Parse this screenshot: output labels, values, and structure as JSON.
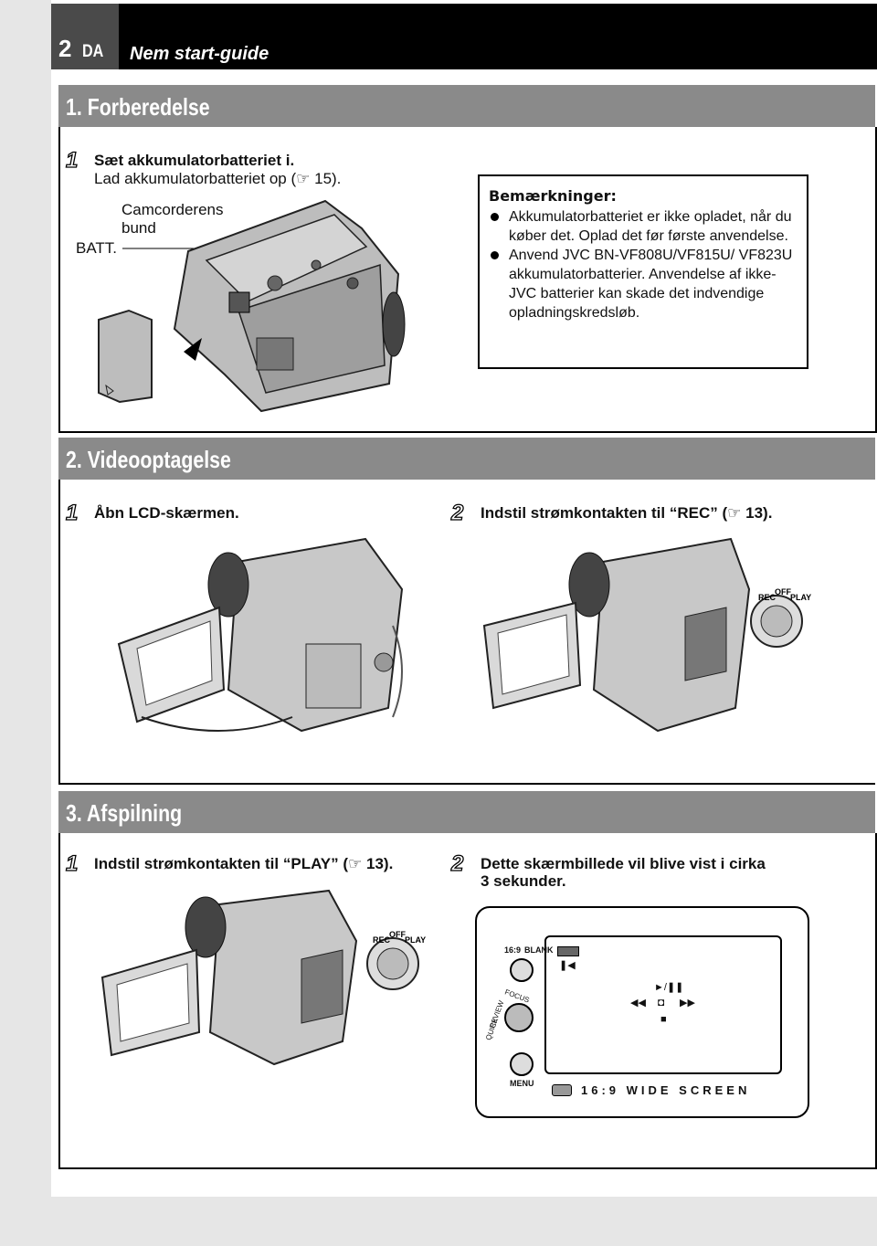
{
  "header": {
    "page_number": "2",
    "lang": "DA",
    "title": "Nem start-guide"
  },
  "section1": {
    "title": "1. Forberedelse",
    "step1_num": "1",
    "step1_line1": "Sæt akkumulatorbatteriet i.",
    "step1_line2": "Lad akkumulatorbatteriet op (",
    "step1_ref": "15).",
    "label_bottom": "Camcorderens",
    "label_bottom2": "bund",
    "label_batt": "BATT.",
    "notes_title": "Bemærkninger:",
    "notes": [
      "Akkumulatorbatteriet er ikke opladet, når du køber det. Oplad det før første anvendelse.",
      "Anvend JVC BN-VF808U/VF815U/ VF823U akkumulatorbatterier. Anvendelse af ikke-JVC batterier kan skade det indvendige opladningskredsløb."
    ]
  },
  "section2": {
    "title": "2. Videooptagelse",
    "step1_num": "1",
    "step1_text": "Åbn LCD-skærmen.",
    "step2_num": "2",
    "step2_text": "Indstil strømkontakten til “REC” (",
    "step2_ref": "13)."
  },
  "section3": {
    "title": "3. Afspilning",
    "step1_num": "1",
    "step1_text": "Indstil strømkontakten til “PLAY” (",
    "step1_ref": "13).",
    "step2_num": "2",
    "step2_line1": "Dette skærmbillede vil blive vist i cirka",
    "step2_line2": "3 sekunder.",
    "screen": {
      "aspect": "16:9",
      "blank": "BLANK",
      "focus": "FOCUS",
      "review": "REVIEW",
      "quick": "QUICK",
      "menu": "MENU",
      "wide": "16:9 WIDE SCREEN",
      "play_pause": "►/❚❚"
    }
  },
  "dial": {
    "rec": "REC",
    "off": "OFF",
    "play": "PLAY"
  },
  "ref_icon": "pointing-hand-icon"
}
